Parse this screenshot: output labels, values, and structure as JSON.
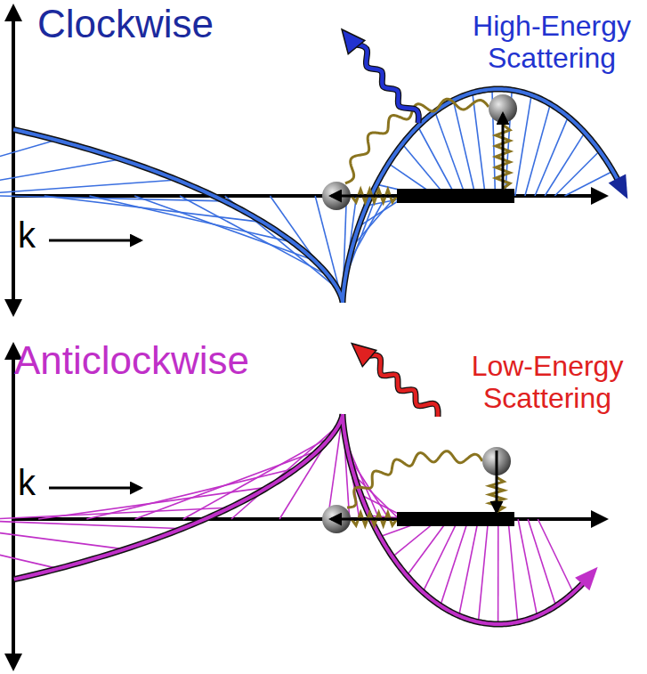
{
  "diagram": {
    "labels": [
      "Clockwise",
      "High-Energy Scattering",
      "k",
      "Anticlockwise",
      "Low-Energy Scattering",
      "k"
    ]
  }
}
